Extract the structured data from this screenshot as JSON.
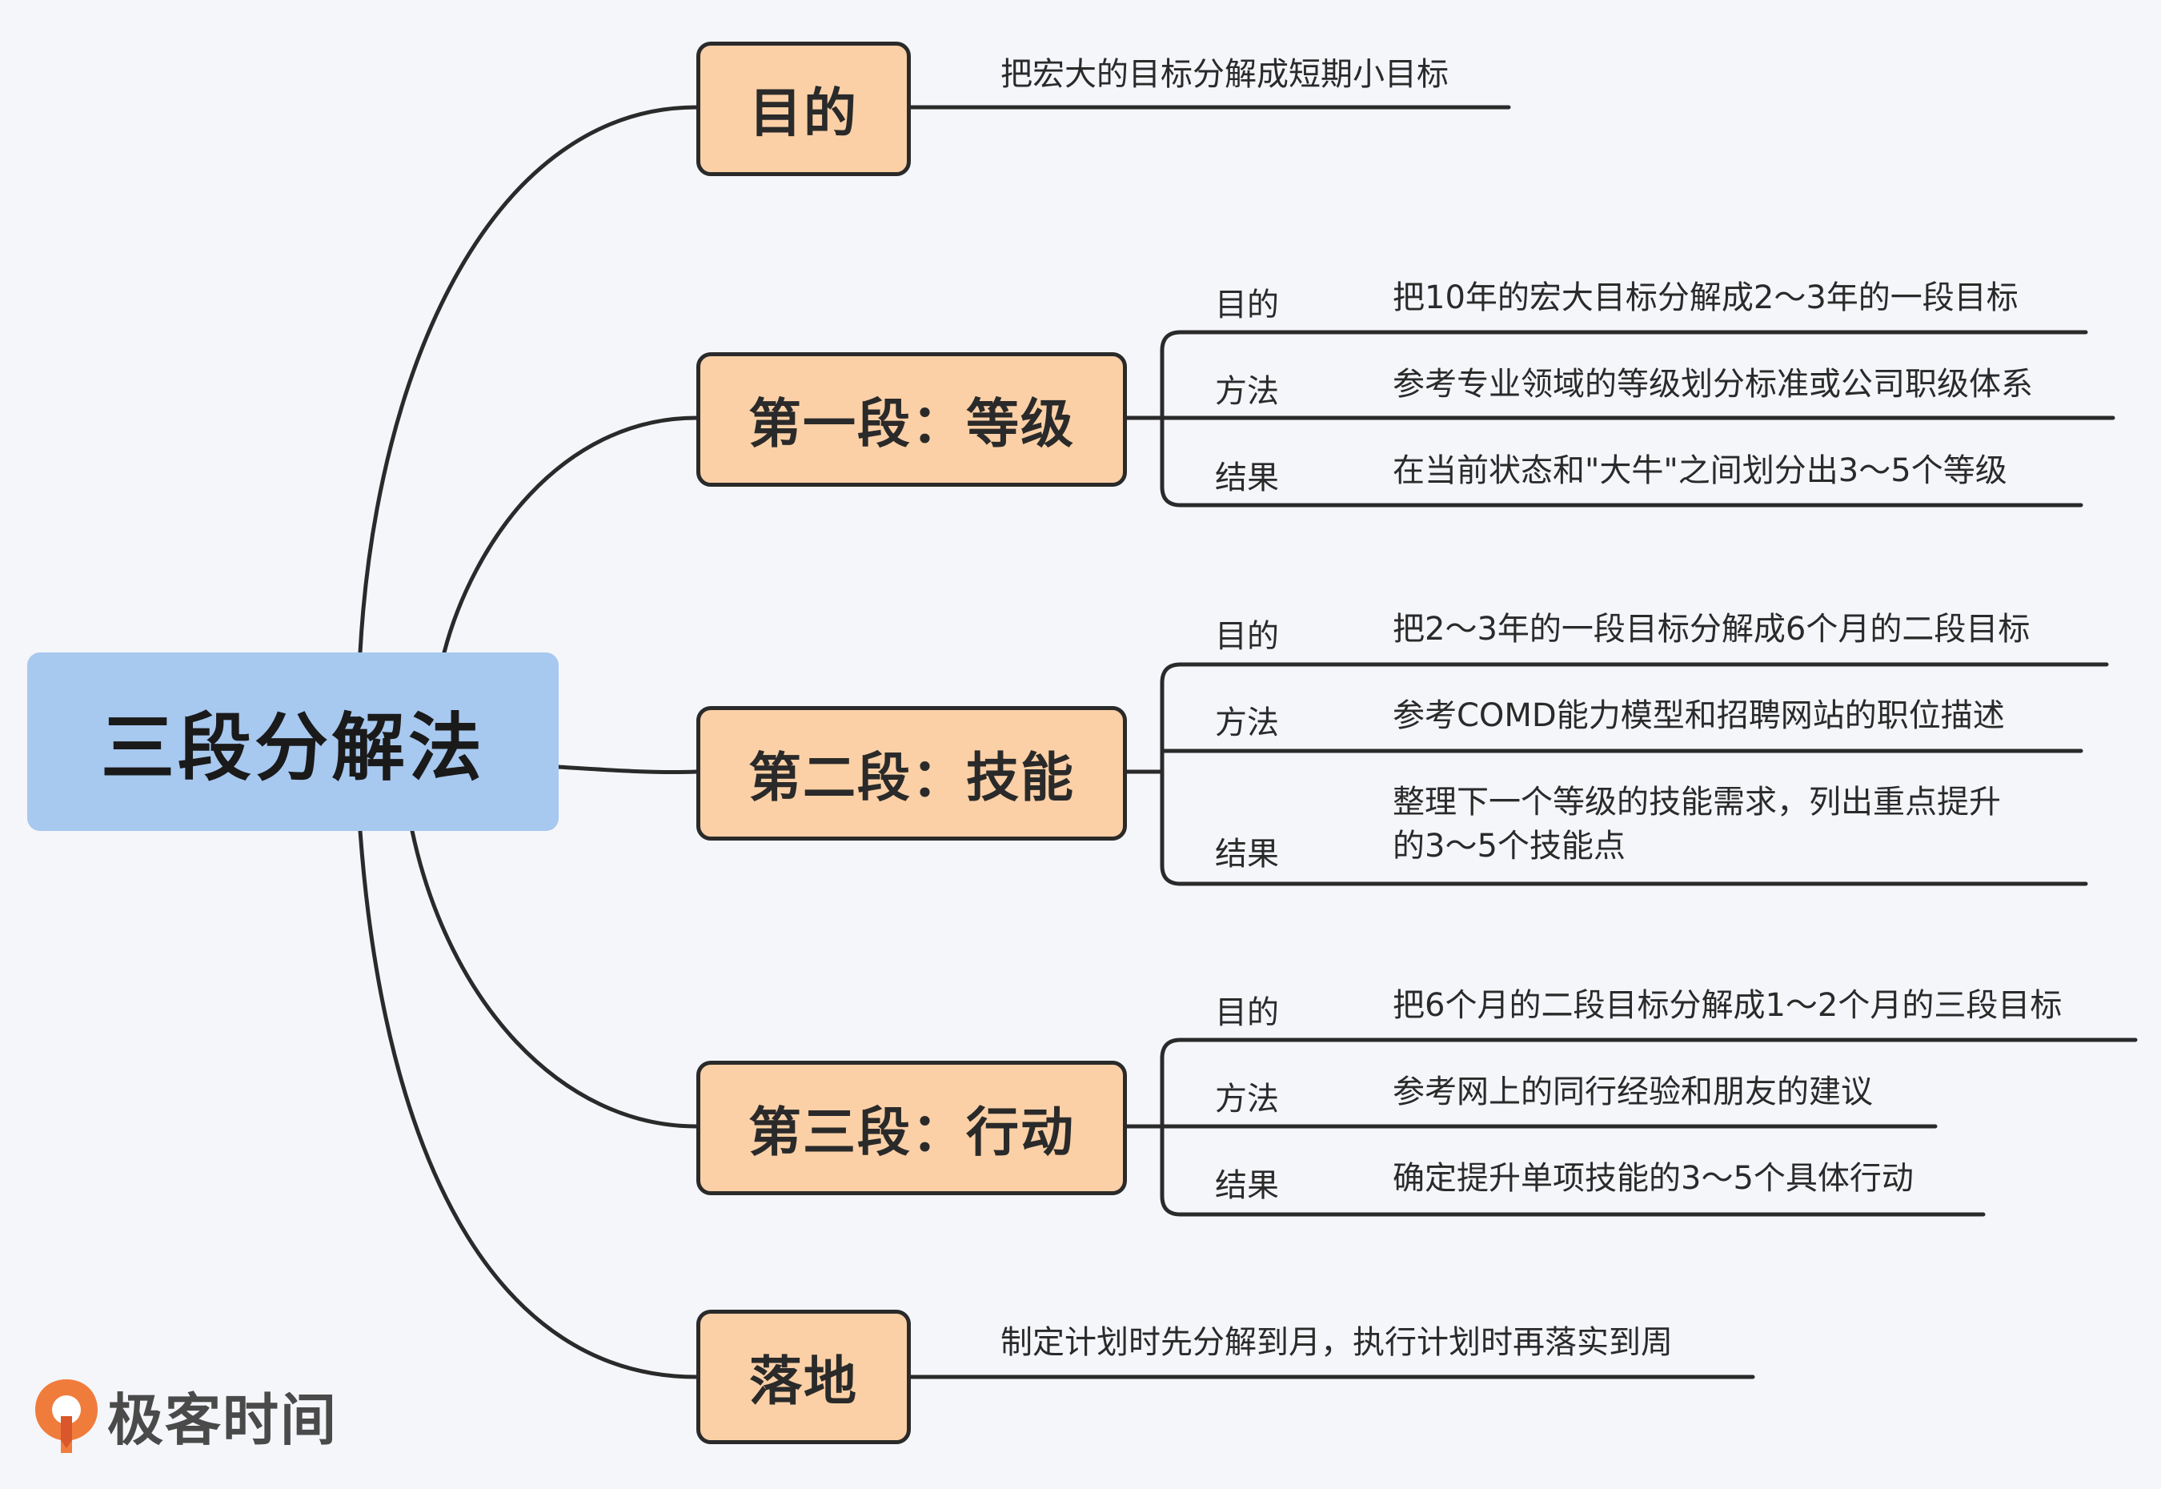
{
  "root": {
    "title": "三段分解法"
  },
  "branches": {
    "purpose": {
      "label": "目的",
      "note": "把宏大的目标分解成短期小目标"
    },
    "stage1": {
      "label": "第一段：等级",
      "rows": [
        {
          "key": "目的",
          "value": "把10年的宏大目标分解成2～3年的一段目标"
        },
        {
          "key": "方法",
          "value": "参考专业领域的等级划分标准或公司职级体系"
        },
        {
          "key": "结果",
          "value": "在当前状态和\"大牛\"之间划分出3～5个等级"
        }
      ]
    },
    "stage2": {
      "label": "第二段：技能",
      "rows": [
        {
          "key": "目的",
          "value": "把2～3年的一段目标分解成6个月的二段目标"
        },
        {
          "key": "方法",
          "value": "参考COMD能力模型和招聘网站的职位描述"
        },
        {
          "key": "结果",
          "value_line1": "整理下一个等级的技能需求，列出重点提升",
          "value_line2": "的3～5个技能点"
        }
      ]
    },
    "stage3": {
      "label": "第三段：行动",
      "rows": [
        {
          "key": "目的",
          "value": "把6个月的二段目标分解成1～2个月的三段目标"
        },
        {
          "key": "方法",
          "value": "参考网上的同行经验和朋友的建议"
        },
        {
          "key": "结果",
          "value": "确定提升单项技能的3～5个具体行动"
        }
      ]
    },
    "landing": {
      "label": "落地",
      "note": "制定计划时先分解到月，执行计划时再落实到周"
    }
  },
  "logo": {
    "text": "极客时间"
  },
  "colors": {
    "root_fill": "#a7c8ef",
    "branch_fill": "#fbd0a6",
    "line": "#2a2a2a",
    "logo_orange": "#f07c3c"
  }
}
